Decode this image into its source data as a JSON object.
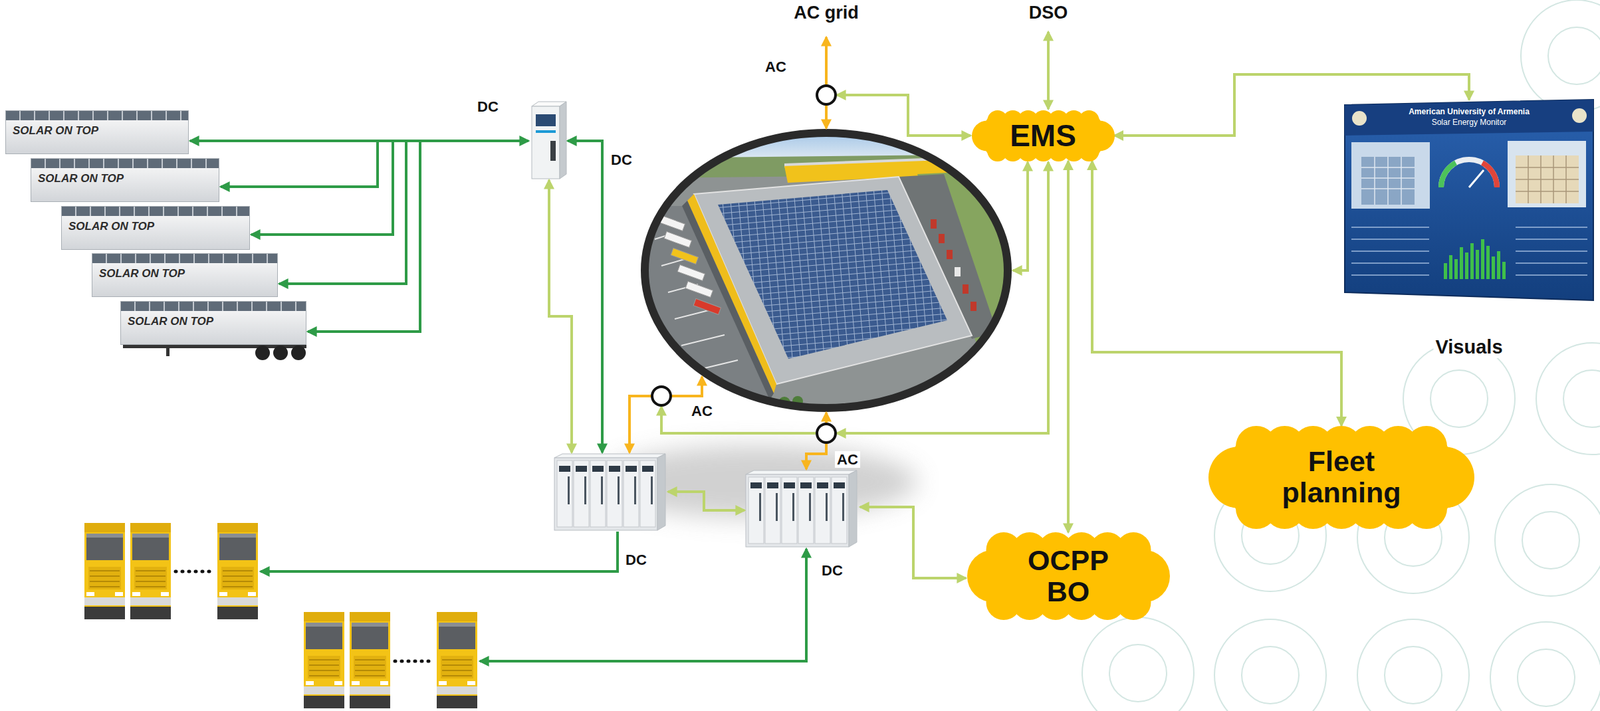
{
  "diagram": {
    "nodes": [
      {
        "text": [
          "SOLAR ON TOP"
        ]
      },
      {
        "text": [
          "SOLAR ON TOP"
        ]
      },
      {
        "text": [
          "SOLAR ON TOP"
        ]
      },
      {
        "text": [
          "SOLAR ON TOP"
        ]
      },
      {
        "text": [
          "SOLAR ON TOP"
        ]
      },
      {
        "text": [
          "EMS"
        ]
      },
      {
        "text": [
          "American University of Armenia",
          "Solar Energy Monitor",
          "Visuals"
        ]
      },
      {
        "text": [
          "Fleet planning"
        ]
      },
      {
        "text": [
          "OCPP BO"
        ]
      }
    ],
    "edges": [
      {
        "from": 5,
        "to": 6,
        "arrow": "both"
      },
      {
        "from": 5,
        "to": 7,
        "arrow": "both"
      },
      {
        "from": 5,
        "to": 8,
        "arrow": "both"
      }
    ],
    "labels": [
      "AC grid",
      "DSO",
      "AC",
      "DC",
      "DC",
      "AC",
      "AC",
      "DC",
      "DC"
    ]
  }
}
